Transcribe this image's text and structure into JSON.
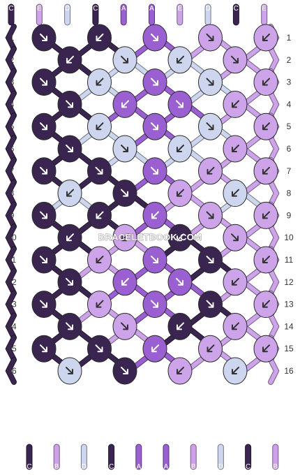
{
  "title": "",
  "watermark": "BRACELETBOOK.COM",
  "colors": {
    "C": "#3a2550",
    "E": "#cda4ea",
    "D": "#cdd6ee",
    "A": "#9a5fd0",
    "B": "#cfa0ea"
  },
  "top_strings": [
    "C",
    "E",
    "D",
    "C",
    "A",
    "A",
    "E",
    "D",
    "C",
    "E"
  ],
  "bottom_strings": [
    "C",
    "B",
    "D",
    "C",
    "A",
    "A",
    "B",
    "D",
    "C",
    "B"
  ],
  "rows": [
    {
      "label": "1",
      "knots": [
        {
          "c": "C",
          "d": "right"
        },
        {
          "c": "C",
          "d": "left"
        },
        {
          "c": "A",
          "d": "right"
        },
        {
          "c": "E",
          "d": "right"
        },
        {
          "c": "E",
          "d": "left"
        }
      ]
    },
    {
      "label": "2",
      "knots": [
        {
          "c": "C",
          "d": "left"
        },
        {
          "c": "D",
          "d": "right"
        },
        {
          "c": "D",
          "d": "left"
        },
        {
          "c": "E",
          "d": "right"
        }
      ]
    },
    {
      "label": "3",
      "knots": [
        {
          "c": "C",
          "d": "right"
        },
        {
          "c": "D",
          "d": "left"
        },
        {
          "c": "A",
          "d": "right"
        },
        {
          "c": "D",
          "d": "right"
        },
        {
          "c": "E",
          "d": "left"
        }
      ]
    },
    {
      "label": "4",
      "knots": [
        {
          "c": "C",
          "d": "right"
        },
        {
          "c": "A",
          "d": "left"
        },
        {
          "c": "A",
          "d": "right"
        },
        {
          "c": "E",
          "d": "left"
        }
      ]
    },
    {
      "label": "5",
      "knots": [
        {
          "c": "C",
          "d": "right"
        },
        {
          "c": "D",
          "d": "left"
        },
        {
          "c": "A",
          "d": "right"
        },
        {
          "c": "D",
          "d": "right"
        },
        {
          "c": "E",
          "d": "left"
        }
      ]
    },
    {
      "label": "6",
      "knots": [
        {
          "c": "C",
          "d": "right"
        },
        {
          "c": "D",
          "d": "right"
        },
        {
          "c": "D",
          "d": "left"
        },
        {
          "c": "E",
          "d": "left"
        }
      ]
    },
    {
      "label": "7",
      "knots": [
        {
          "c": "C",
          "d": "right"
        },
        {
          "c": "C",
          "d": "right"
        },
        {
          "c": "A",
          "d": "right"
        },
        {
          "c": "E",
          "d": "left"
        },
        {
          "c": "E",
          "d": "left"
        }
      ]
    },
    {
      "label": "8",
      "knots": [
        {
          "c": "D",
          "d": "left"
        },
        {
          "c": "C",
          "d": "right"
        },
        {
          "c": "E",
          "d": "left"
        },
        {
          "c": "D",
          "d": "left"
        }
      ]
    },
    {
      "label": "9",
      "knots": [
        {
          "c": "C",
          "d": "right"
        },
        {
          "c": "C",
          "d": "left"
        },
        {
          "c": "A",
          "d": "left"
        },
        {
          "c": "E",
          "d": "right"
        },
        {
          "c": "E",
          "d": "left"
        }
      ]
    },
    {
      "label": "10",
      "knots": [
        {
          "c": "C",
          "d": "left"
        },
        {
          "c": "E",
          "d": "left"
        },
        {
          "c": "C",
          "d": "left"
        },
        {
          "c": "E",
          "d": "right"
        }
      ]
    },
    {
      "label": "11",
      "knots": [
        {
          "c": "C",
          "d": "right"
        },
        {
          "c": "E",
          "d": "left"
        },
        {
          "c": "A",
          "d": "right"
        },
        {
          "c": "C",
          "d": "right"
        },
        {
          "c": "E",
          "d": "left"
        }
      ]
    },
    {
      "label": "12",
      "knots": [
        {
          "c": "C",
          "d": "right"
        },
        {
          "c": "A",
          "d": "left"
        },
        {
          "c": "A",
          "d": "right"
        },
        {
          "c": "E",
          "d": "left"
        }
      ]
    },
    {
      "label": "13",
      "knots": [
        {
          "c": "C",
          "d": "right"
        },
        {
          "c": "E",
          "d": "left"
        },
        {
          "c": "A",
          "d": "right"
        },
        {
          "c": "C",
          "d": "right"
        },
        {
          "c": "E",
          "d": "left"
        }
      ]
    },
    {
      "label": "14",
      "knots": [
        {
          "c": "C",
          "d": "right"
        },
        {
          "c": "E",
          "d": "right"
        },
        {
          "c": "C",
          "d": "left"
        },
        {
          "c": "E",
          "d": "left"
        }
      ]
    },
    {
      "label": "15",
      "knots": [
        {
          "c": "C",
          "d": "right"
        },
        {
          "c": "C",
          "d": "right"
        },
        {
          "c": "A",
          "d": "left"
        },
        {
          "c": "E",
          "d": "left"
        },
        {
          "c": "E",
          "d": "left"
        }
      ]
    },
    {
      "label": "16",
      "knots": [
        {
          "c": "D",
          "d": "right"
        },
        {
          "c": "C",
          "d": "right"
        },
        {
          "c": "E",
          "d": "left"
        },
        {
          "c": "D",
          "d": "left"
        }
      ]
    }
  ]
}
